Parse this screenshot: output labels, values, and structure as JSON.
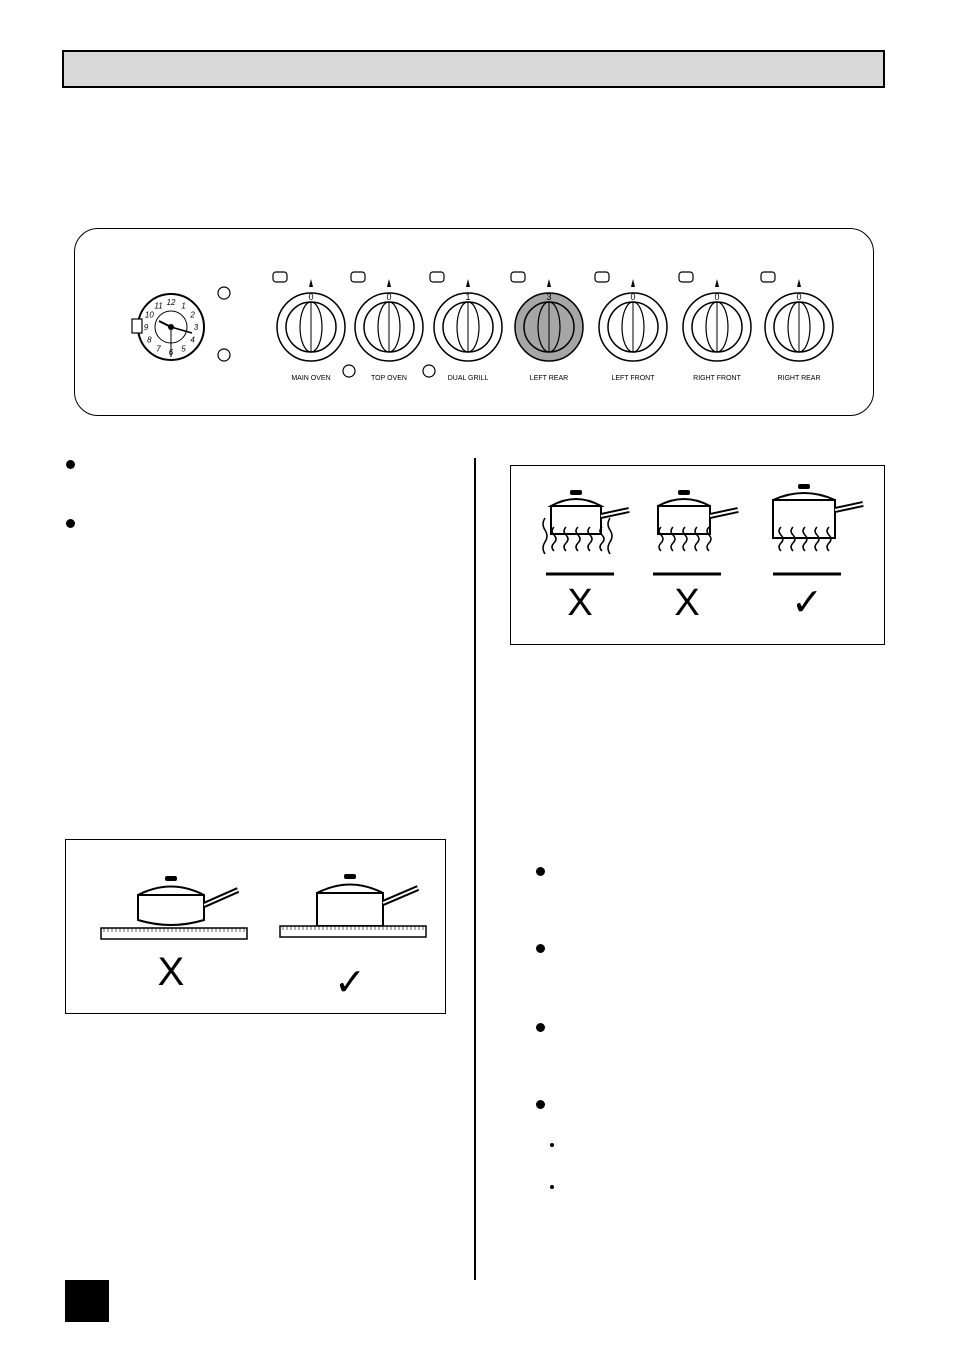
{
  "control_panel": {
    "knobs": [
      {
        "label": "MAIN OVEN",
        "zero": "0"
      },
      {
        "label": "TOP OVEN",
        "zero": "0"
      },
      {
        "label": "DUAL GRILL",
        "zero": "1"
      },
      {
        "label": "LEFT REAR",
        "zero": "3"
      },
      {
        "label": "LEFT FRONT",
        "zero": "0"
      },
      {
        "label": "RIGHT FRONT",
        "zero": "0"
      },
      {
        "label": "RIGHT REAR",
        "zero": "0"
      }
    ],
    "clock_numbers": [
      "12",
      "1",
      "2",
      "3",
      "4",
      "5",
      "6",
      "7",
      "8",
      "9",
      "10",
      "11"
    ],
    "highlight_color": "#a6a6a6"
  },
  "figures": {
    "pan_base": {
      "marks": [
        "X",
        "✓"
      ]
    },
    "pan_size": {
      "marks": [
        "X",
        "X",
        "✓"
      ]
    }
  }
}
